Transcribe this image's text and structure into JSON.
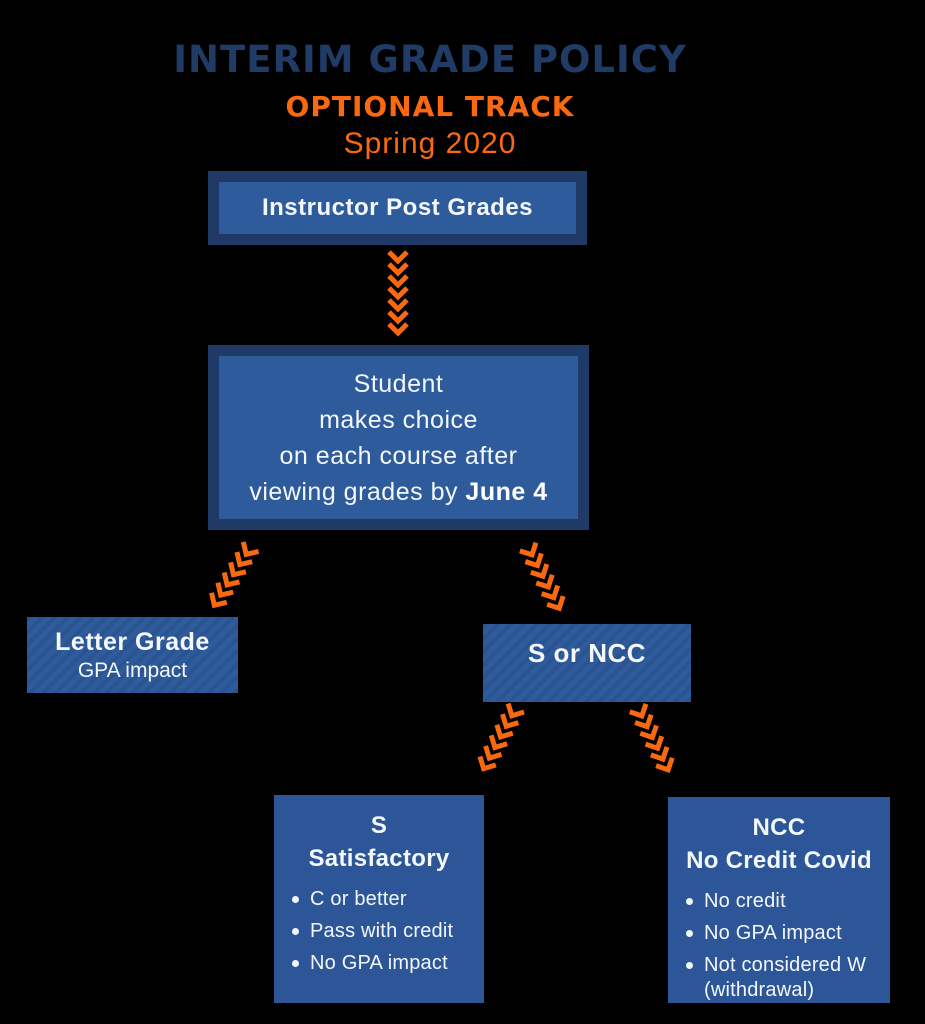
{
  "colors": {
    "background": "#000000",
    "title": "#1F3B66",
    "accent_orange": "#FA690F",
    "box_frame": "#1F3A66",
    "box_fill": "#2E5B9C",
    "box_fill_deep": "#2C5697",
    "stripe": "#2A5390",
    "text": "#F4F7FB"
  },
  "header": {
    "title": "INTERIM GRADE POLICY",
    "subtitle": "OPTIONAL TRACK",
    "term": "Spring 2020"
  },
  "flow": {
    "instructor_box": {
      "label": "Instructor Post Grades"
    },
    "student_box": {
      "lines": [
        "Student",
        "makes choice",
        "on each course after"
      ],
      "last_line_prefix": "viewing grades by ",
      "last_line_bold": "June 4"
    },
    "letter_grade_box": {
      "title": "Letter Grade",
      "subtitle": "GPA impact"
    },
    "s_or_ncc_box": {
      "label": "S or NCC"
    },
    "s_box": {
      "title": "S",
      "subtitle": "Satisfactory",
      "bullets": [
        "C or better",
        "Pass with credit",
        "No GPA impact"
      ]
    },
    "ncc_box": {
      "title": "NCC",
      "subtitle": "No Credit Covid",
      "bullets": [
        "No credit",
        "No GPA impact",
        "Not considered W (withdrawal)"
      ]
    }
  }
}
